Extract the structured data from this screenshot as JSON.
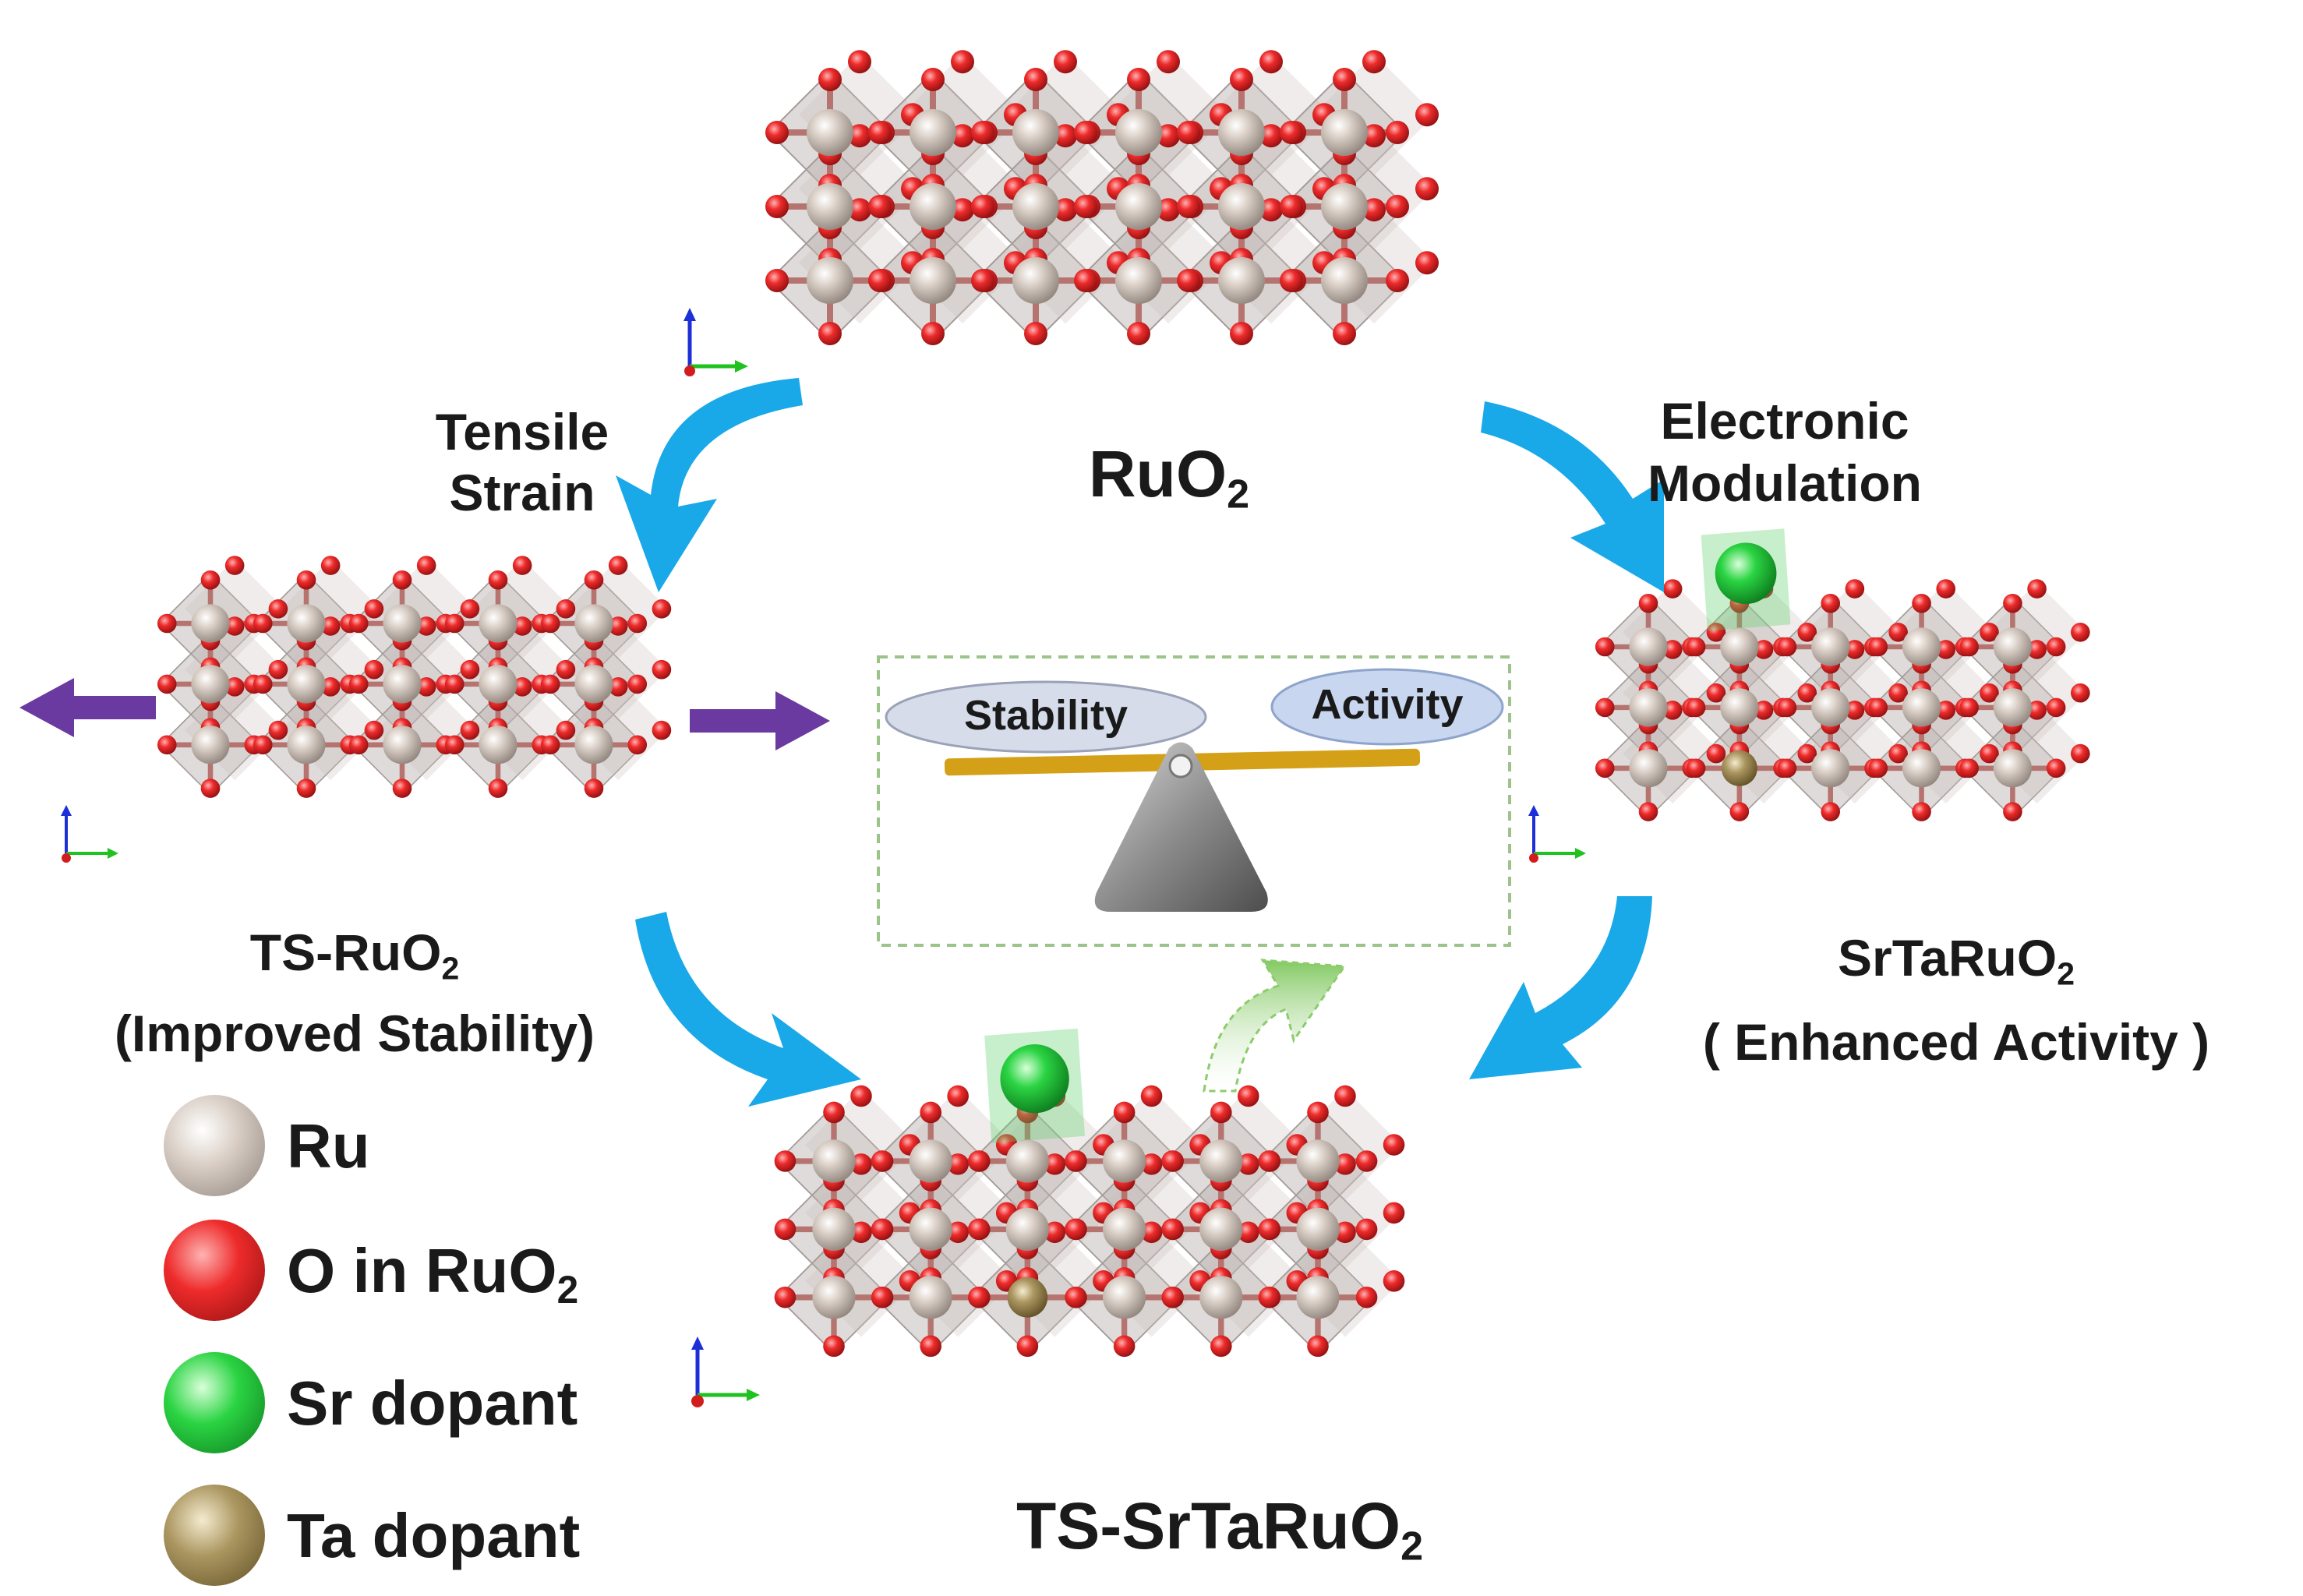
{
  "structures": {
    "top": {
      "name": "RuO",
      "sub": "2",
      "suffix": ""
    },
    "left": {
      "name": "TS-RuO",
      "sub": "2",
      "caption": "(Improved Stability)"
    },
    "right": {
      "name": "SrTaRuO",
      "sub": "2",
      "caption": "( Enhanced Activity )"
    },
    "bottom": {
      "name": "TS-SrTaRuO",
      "sub": "2"
    }
  },
  "arrows": {
    "tensile": {
      "line1": "Tensile",
      "line2": "Strain"
    },
    "electronic": {
      "line1": "Electronic",
      "line2": "Modulation"
    }
  },
  "balance": {
    "left_label": "Stability",
    "right_label": "Activity"
  },
  "legend": [
    {
      "name": "Ru",
      "sub": "",
      "color": "#c9bdb3"
    },
    {
      "name": "O in RuO",
      "sub": "2",
      "color": "#e8292c"
    },
    {
      "name": "Sr dopant",
      "sub": "",
      "color": "#22c43a"
    },
    {
      "name": "Ta dopant",
      "sub": "",
      "color": "#a08a55"
    }
  ],
  "colors": {
    "ru": "#c9bdb3",
    "o": "#e8292c",
    "sr": "#22c43a",
    "ta": "#a08a55",
    "octahedron": "#b3aaa6",
    "arrow_blue": "#19a8e8",
    "arrow_purple": "#6a3aa0",
    "beam": "#d4a017",
    "green_arrow": "#8fcf6a"
  },
  "axis_icons": [
    "a-b-c-axes-icon"
  ]
}
